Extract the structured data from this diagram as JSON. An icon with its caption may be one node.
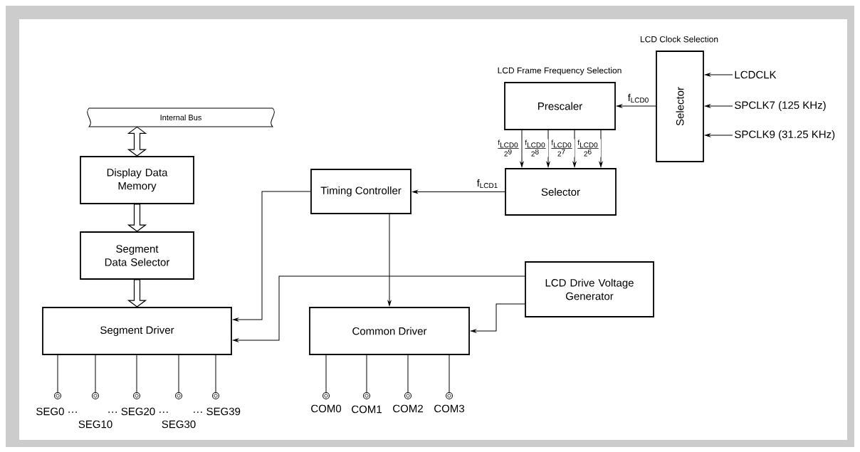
{
  "diagram": {
    "nodes": [
      {
        "text": [
          "Internal Bus"
        ]
      },
      {
        "text": [
          "Display Data Memory"
        ]
      },
      {
        "text": [
          "Segment Data Selector"
        ]
      },
      {
        "text": [
          "Segment Driver"
        ]
      },
      {
        "text": [
          "Timing Controller"
        ]
      },
      {
        "text": [
          "Prescaler"
        ],
        "beside": [
          "LCD Frame Frequency Selection"
        ]
      },
      {
        "text": [
          "Selector"
        ]
      },
      {
        "text": [
          "Selector"
        ],
        "beside": [
          "LCD Clock Selection"
        ]
      },
      {
        "text": [
          "LCD Drive Voltage Generator"
        ]
      },
      {
        "text": [
          "Common Driver"
        ]
      },
      {
        "text": [
          "LCDCLK"
        ]
      },
      {
        "text": [
          "SPCLK7 (125 KHz)"
        ]
      },
      {
        "text": [
          "SPCLK9 (31.25 KHz)"
        ]
      },
      {
        "text": [],
        "shape": "circle",
        "beside": [
          "SEG0 ···"
        ]
      },
      {
        "text": [],
        "shape": "circle",
        "beside": [
          "SEG10"
        ]
      },
      {
        "text": [],
        "shape": "circle",
        "beside": [
          "··· SEG20 ···"
        ]
      },
      {
        "text": [],
        "shape": "circle",
        "beside": [
          "SEG30"
        ]
      },
      {
        "text": [],
        "shape": "circle",
        "beside": [
          "··· SEG39"
        ]
      },
      {
        "text": [],
        "shape": "circle",
        "beside": [
          "COM0"
        ]
      },
      {
        "text": [],
        "shape": "circle",
        "beside": [
          "COM1"
        ]
      },
      {
        "text": [],
        "shape": "circle",
        "beside": [
          "COM2"
        ]
      },
      {
        "text": [],
        "shape": "circle",
        "beside": [
          "COM3"
        ]
      }
    ],
    "edges": [
      {
        "from": 0,
        "to": 1,
        "arrow": "both",
        "style": "thick"
      },
      {
        "from": 1,
        "to": 2,
        "arrow": "to",
        "style": "thick"
      },
      {
        "from": 2,
        "to": 3,
        "arrow": "to",
        "style": "thick"
      },
      {
        "from": 7,
        "to": 5,
        "arrow": "to",
        "label": "f$_{LCD0}$"
      },
      {
        "from": 5,
        "to": 6,
        "arrow": "to",
        "label": "\\frac{\\mathrm{f}_{\\mathrm{LCD0}}}{\\mathrm{2}^{\\mathrm{9}}}"
      },
      {
        "from": 5,
        "to": 6,
        "arrow": "to",
        "label": "\\frac{\\mathrm{f}_{\\mathrm{LCD0}}}{\\mathrm{2}^{\\mathrm{8}}}"
      },
      {
        "from": 5,
        "to": 6,
        "arrow": "to",
        "label": "\\frac{\\mathrm{f}_{\\mathrm{LCD0}}}{\\mathrm{2}^{\\mathrm{7}}}"
      },
      {
        "from": 5,
        "to": 6,
        "arrow": "to",
        "label": "\\frac{\\mathrm{f}_{\\mathrm{LCD0}}}{\\mathrm{2}^{\\mathrm{6}}}"
      },
      {
        "from": 6,
        "to": 4,
        "arrow": "to",
        "label": "f$_{LCD1}$"
      },
      {
        "from": 4,
        "to": 3,
        "arrow": "to"
      },
      {
        "from": 8,
        "to": 3,
        "arrow": "to"
      },
      {
        "from": 4,
        "to": 9,
        "arrow": "to"
      },
      {
        "from": 8,
        "to": 9,
        "arrow": "to"
      },
      {
        "from": 10,
        "to": 7,
        "arrow": "to"
      },
      {
        "from": 11,
        "to": 7,
        "arrow": "to"
      },
      {
        "from": 12,
        "to": 7,
        "arrow": "to"
      },
      {
        "from": 3,
        "to": 13,
        "arrow": "none"
      },
      {
        "from": 3,
        "to": 14,
        "arrow": "none"
      },
      {
        "from": 3,
        "to": 15,
        "arrow": "none"
      },
      {
        "from": 3,
        "to": 16,
        "arrow": "none"
      },
      {
        "from": 3,
        "to": 17,
        "arrow": "none"
      },
      {
        "from": 9,
        "to": 18,
        "arrow": "none"
      },
      {
        "from": 9,
        "to": 19,
        "arrow": "none"
      },
      {
        "from": 9,
        "to": 20,
        "arrow": "none"
      },
      {
        "from": 9,
        "to": 21,
        "arrow": "none"
      }
    ]
  }
}
